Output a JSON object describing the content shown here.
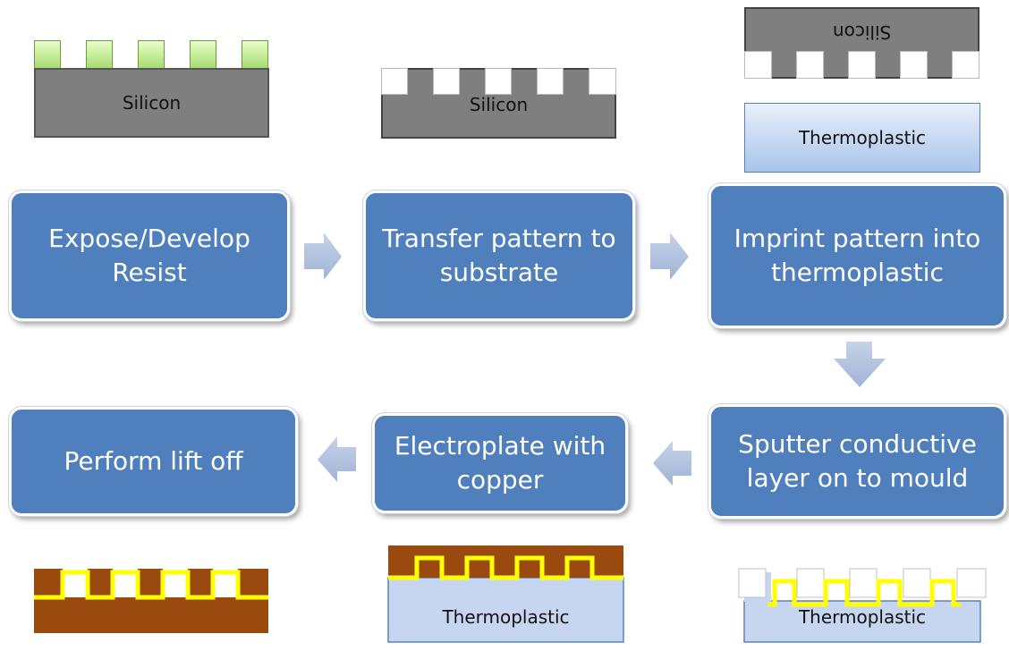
{
  "steps": {
    "expose": "Expose/Develop\nResist",
    "transfer": "Transfer pattern to\nsubstrate",
    "imprint": "Imprint pattern into\nthermoplastic",
    "sputter": "Sputter conductive\nlayer  on to mould",
    "electroplate": "Electroplate with\ncopper",
    "liftoff": "Perform lift off"
  },
  "materials": {
    "silicon_1": "Silicon",
    "silicon_2": "Silicon",
    "silicon_3": "Silicon",
    "thermoplastic_top": "Thermoplastic",
    "thermoplastic_bottom_mid": "Thermoplastic",
    "thermoplastic_bottom_right": "Thermoplastic"
  },
  "colors": {
    "process_box": "#4f7fbd",
    "arrow": "#a9bcd9",
    "silicon": "#7f7f7f",
    "resist": "#c8f09a",
    "copper": "#9b4a0f",
    "conductive_layer": "#ffff00"
  }
}
